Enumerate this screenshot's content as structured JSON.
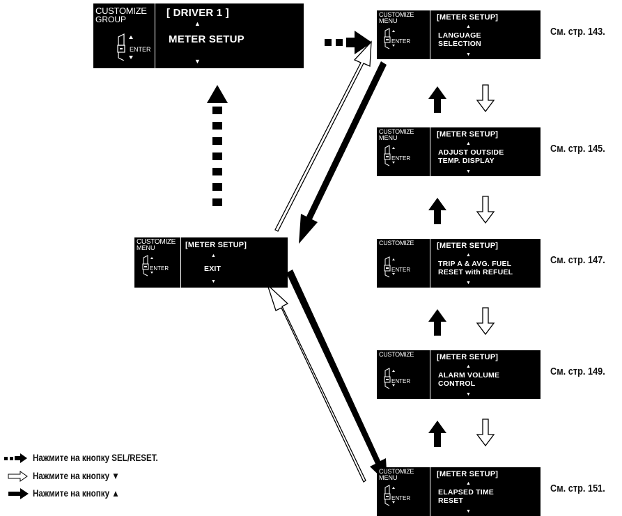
{
  "main_screen": {
    "customize": "CUSTOMIZE",
    "group": "GROUP",
    "enter": "ENTER",
    "title": "[ DRIVER 1 ]",
    "item": "METER SETUP"
  },
  "exit_screen": {
    "customize": "CUSTOMIZE",
    "menu": "MENU",
    "enter": "ENTER",
    "title": "[METER SETUP]",
    "item": "EXIT"
  },
  "menu_screens": [
    {
      "customize": "CUSTOMIZE",
      "menu": "MENU",
      "enter": "ENTER",
      "title": "[METER SETUP]",
      "line1": "LANGUAGE",
      "line2": "SELECTION",
      "ref": "См. стр. 143."
    },
    {
      "customize": "CUSTOMIZE",
      "menu": "MENU",
      "enter": "ENTER",
      "title": "[METER SETUP]",
      "line1": "ADJUST OUTSIDE",
      "line2": "TEMP. DISPLAY",
      "ref": "См. стр. 145."
    },
    {
      "customize": "CUSTOMIZE",
      "menu": "",
      "enter": "ENTER",
      "title": "[METER SETUP]",
      "line1": "TRIP A & AVG. FUEL",
      "line2": "RESET with REFUEL",
      "ref": "См. стр. 147."
    },
    {
      "customize": "CUSTOMIZE",
      "menu": "",
      "enter": "ENTER",
      "title": "[METER SETUP]",
      "line1": "ALARM VOLUME",
      "line2": "CONTROL",
      "ref": "См. стр. 149."
    },
    {
      "customize": "CUSTOMIZE",
      "menu": "MENU",
      "enter": "ENTER",
      "title": "[METER SETUP]",
      "line1": "ELAPSED TIME",
      "line2": "RESET",
      "ref": "См. стр. 151."
    }
  ],
  "legend": {
    "sel_reset": "Нажмите на кнопку SEL/RESET.",
    "down": "Нажмите на кнопку ▼",
    "up": "Нажмите на кнопку ▲"
  }
}
